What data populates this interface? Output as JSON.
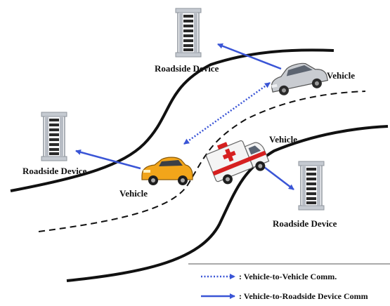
{
  "labels": {
    "roadside_top": "Roadside Device",
    "roadside_left": "Roadside Device",
    "roadside_right": "Roadside Device",
    "vehicle_top": "Vehicle",
    "vehicle_mid": "Vehicle",
    "vehicle_ambulance": "Vehicle"
  },
  "legend": {
    "v2v": ": Vehicle-to-Vehicle Comm.",
    "v2r": ": Vehicle-to-Roadside Device Comm"
  },
  "colors": {
    "arrow": "#3a55d6",
    "road": "#111111",
    "tower_frame": "#9aa0a8",
    "car_yellow": "#f2a51a",
    "car_silver": "#c9ccd1",
    "ambulance_body": "#f4f4f4",
    "ambulance_stripe": "#d62020"
  },
  "icons": [
    "roadside-device-icon",
    "car-icon",
    "ambulance-icon"
  ]
}
